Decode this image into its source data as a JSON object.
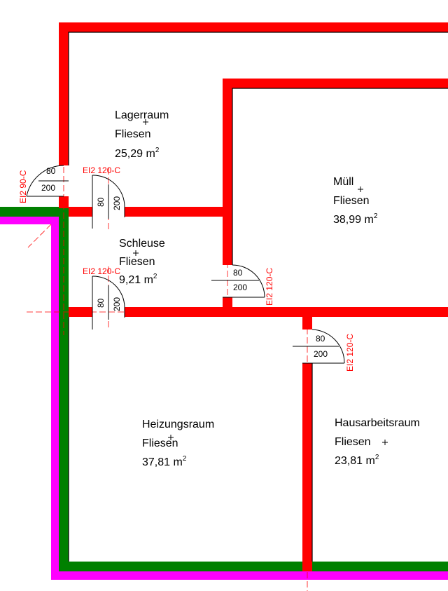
{
  "colors": {
    "wall_fire": "#ff0000",
    "wall_exterior": "#008000",
    "insulation": "#ff00ff",
    "outline": "#000000",
    "axis": "#ff0000"
  },
  "rooms": [
    {
      "id": "lagerraum",
      "name": "Lagerraum",
      "floor": "Fliesen",
      "area": "25,29 m",
      "unit_sup": "2"
    },
    {
      "id": "muell",
      "name": "Müll",
      "floor": "Fliesen",
      "area": "38,99 m",
      "unit_sup": "2"
    },
    {
      "id": "schleuse",
      "name": "Schleuse",
      "floor": "Fliesen",
      "area": "9,21 m",
      "unit_sup": "2"
    },
    {
      "id": "heizungsraum",
      "name": "Heizungsraum",
      "floor": "Fliesen",
      "area": "37,81 m",
      "unit_sup": "2"
    },
    {
      "id": "hausarbeitsraum",
      "name": "Hausarbeitsraum",
      "floor": "Fliesen",
      "area": "23,81 m",
      "unit_sup": "2"
    }
  ],
  "doors": [
    {
      "id": "lager-outside",
      "rating": "EI2 90-C",
      "width": "80",
      "height": "200"
    },
    {
      "id": "lager-schleuse",
      "rating": "EI2 120-C",
      "width": "80",
      "height": "200"
    },
    {
      "id": "schleuse-heizung",
      "rating": "EI2 120-C",
      "width": "80",
      "height": "200"
    },
    {
      "id": "schleuse-muell",
      "rating": "EI2 120-C",
      "width": "80",
      "height": "200"
    },
    {
      "id": "heizung-hausarbeit",
      "rating": "EI2 120-C",
      "width": "80",
      "height": "200"
    }
  ]
}
